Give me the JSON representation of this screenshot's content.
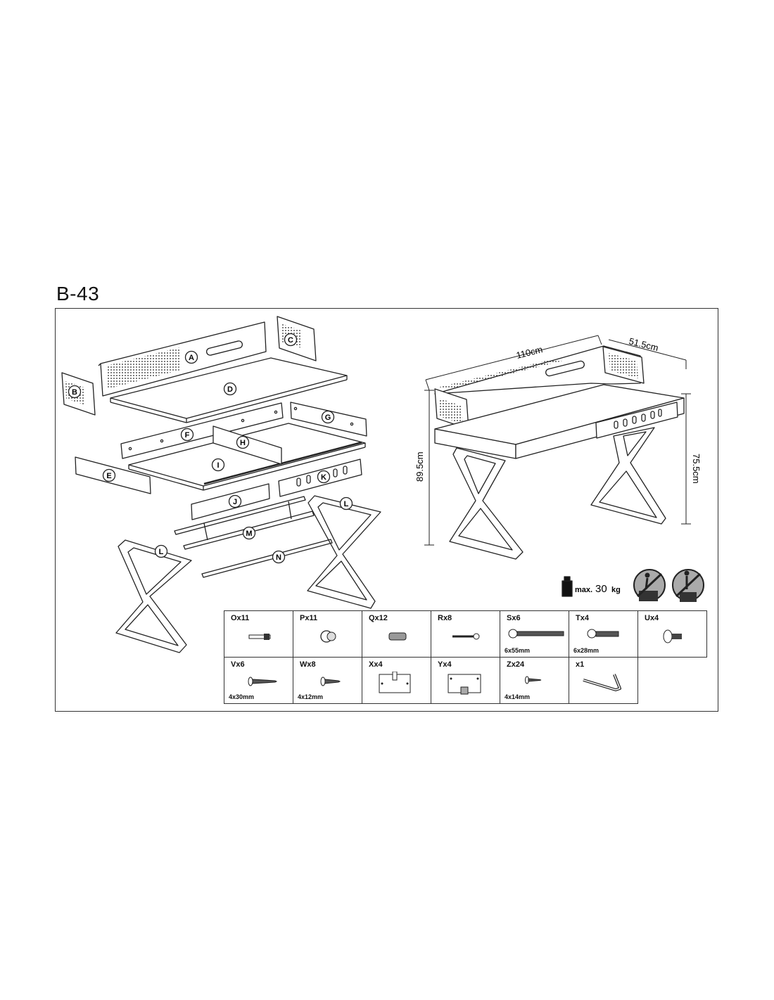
{
  "title": "B-43",
  "parts": [
    "A",
    "B",
    "C",
    "D",
    "E",
    "F",
    "G",
    "H",
    "I",
    "J",
    "K",
    "L",
    "L",
    "M",
    "N"
  ],
  "dimensions": {
    "width": "110cm",
    "depth": "51.5cm",
    "height": "89.5cm",
    "desk_height": "75.5cm"
  },
  "load": {
    "prefix": "max.",
    "value": "30",
    "unit": "kg"
  },
  "warnings": [
    "do-not-climb-icon",
    "do-not-stand-icon"
  ],
  "hardware": [
    {
      "label": "Ox11",
      "size": "",
      "icon": "dowel-bolt-icon"
    },
    {
      "label": "Px11",
      "size": "",
      "icon": "cam-lock-icon"
    },
    {
      "label": "Qx12",
      "size": "",
      "icon": "wooden-dowel-icon"
    },
    {
      "label": "Rx8",
      "size": "",
      "icon": "small-screw-icon"
    },
    {
      "label": "Sx6",
      "size": "6x55mm",
      "icon": "long-bolt-icon"
    },
    {
      "label": "Tx4",
      "size": "6x28mm",
      "icon": "short-bolt-icon"
    },
    {
      "label": "Ux4",
      "size": "",
      "icon": "foot-glide-icon"
    },
    {
      "label": "Vx6",
      "size": "4x30mm",
      "icon": "wood-screw-icon"
    },
    {
      "label": "Wx8",
      "size": "4x12mm",
      "icon": "short-screw-icon"
    },
    {
      "label": "Xx4",
      "size": "",
      "icon": "bracket-plate-icon"
    },
    {
      "label": "Yx4",
      "size": "",
      "icon": "mounting-plate-icon"
    },
    {
      "label": "Zx24",
      "size": "4x14mm",
      "icon": "tiny-screw-icon"
    },
    {
      "label": "x1",
      "size": "",
      "icon": "allen-key-icon"
    }
  ]
}
